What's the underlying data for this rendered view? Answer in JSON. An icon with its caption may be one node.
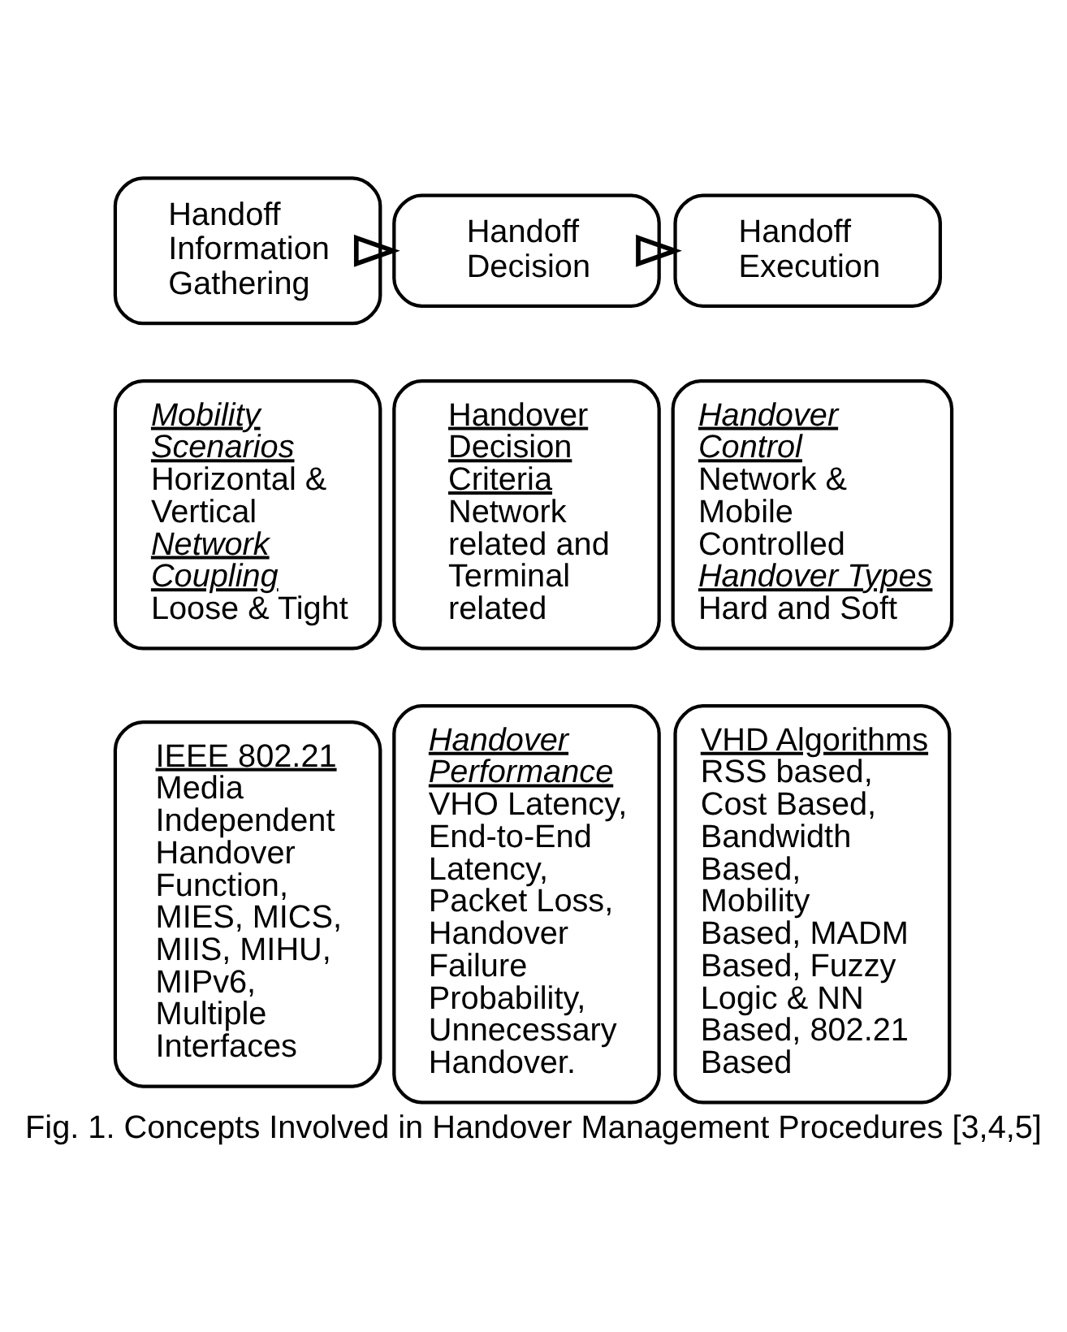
{
  "diagram": {
    "caption": "Fig. 1. Concepts Involved in Handover Management Procedures [3,4,5]",
    "nodes": [
      {
        "text": [
          "Handoff Information Gathering"
        ]
      },
      {
        "text": [
          "Handoff Decision"
        ]
      },
      {
        "text": [
          "Handoff Execution"
        ]
      },
      {
        "text": [
          "Mobility Scenarios",
          "Horizontal & Vertical",
          "Network Coupling",
          "Loose & Tight"
        ]
      },
      {
        "text": [
          "Handover Decision Criteria",
          "Network related and Terminal related"
        ]
      },
      {
        "text": [
          "Handover Control",
          "Network & Mobile Controlled",
          "Handover Types",
          "Hard and Soft"
        ]
      },
      {
        "text": [
          "IEEE 802.21",
          "Media Independent Handover Function, MIES, MICS, MIIS, MIHU, MIPv6, Multiple Interfaces"
        ]
      },
      {
        "text": [
          "Handover Performance",
          "VHO Latency, End-to-End Latency, Packet Loss, Handover Failure Probability, Unnecessary Handover."
        ]
      },
      {
        "text": [
          "VHD Algorithms",
          "RSS based, Cost Based, Bandwidth Based, Mobility Based, MADM Based, Fuzzy Logic & NN Based, 802.21 Based"
        ]
      }
    ],
    "edges": [
      {
        "from": 0,
        "to": 1,
        "arrow": "to"
      },
      {
        "from": 1,
        "to": 2,
        "arrow": "to"
      }
    ]
  }
}
